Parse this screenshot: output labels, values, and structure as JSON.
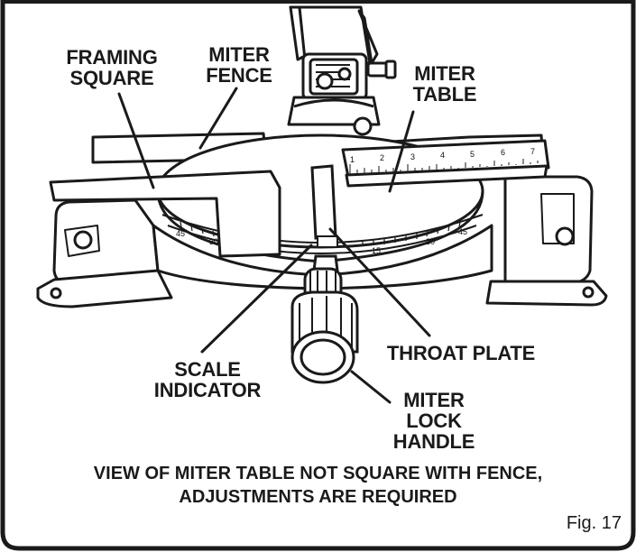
{
  "labels": {
    "framing_square": "FRAMING\nSQUARE",
    "miter_fence": "MITER\nFENCE",
    "miter_table": "MITER\nTABLE",
    "scale_indicator": "SCALE\nINDICATOR",
    "throat_plate": "THROAT PLATE",
    "miter_lock_handle": "MITER\nLOCK HANDLE"
  },
  "caption": "VIEW OF MITER TABLE NOT SQUARE WITH FENCE,\nADJUSTMENTS ARE REQUIRED",
  "figure_label": "Fig. 17",
  "ruler_numbers": [
    "1",
    "2",
    "3",
    "4",
    "5",
    "6",
    "7"
  ],
  "bevel_scale_left": [
    "45",
    "30",
    "15"
  ],
  "bevel_scale_right": [
    "15",
    "30",
    "45"
  ]
}
